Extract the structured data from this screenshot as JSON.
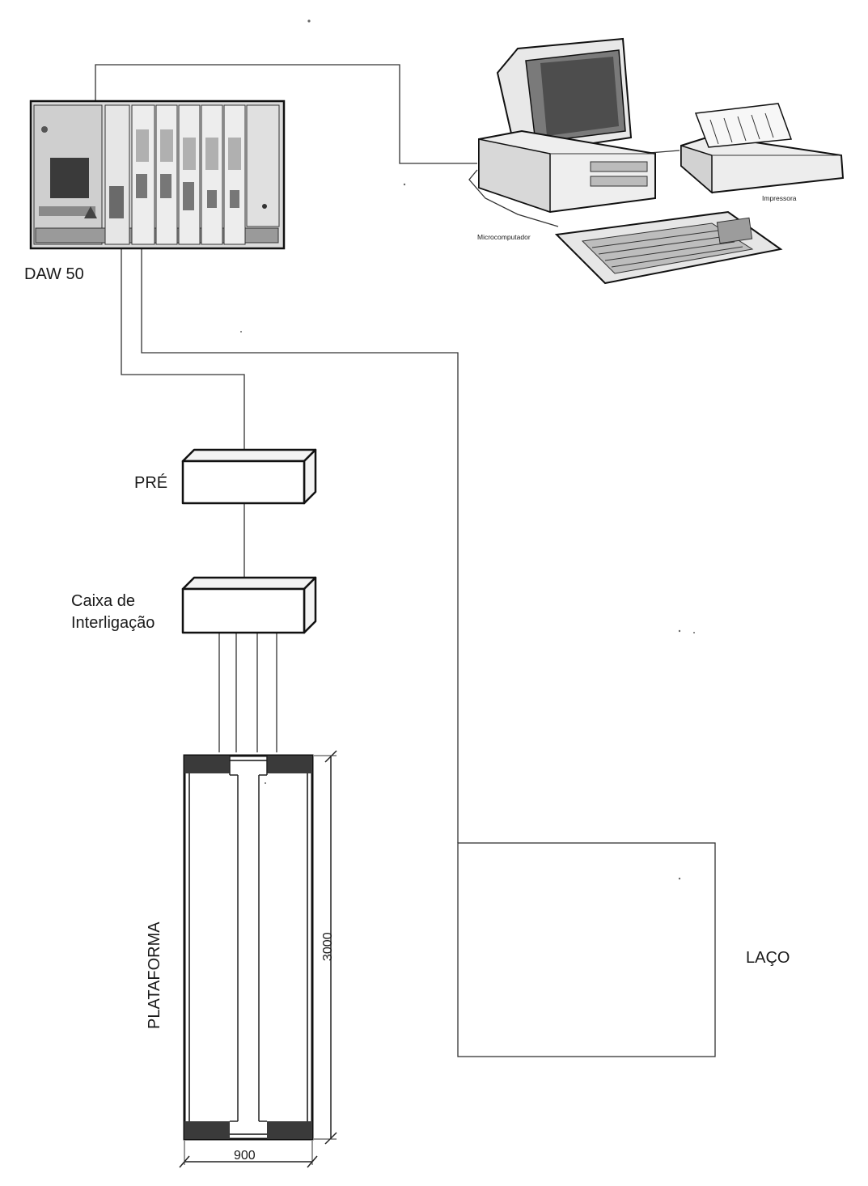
{
  "equipment": {
    "daw": {
      "label": "DAW 50",
      "icon": "data-acquisition-rack-icon"
    },
    "computer": {
      "label": "Microcomputador",
      "icon": "desktop-computer-icon"
    },
    "printer": {
      "label": "Impressora",
      "icon": "printer-icon"
    }
  },
  "devices": {
    "pre": {
      "label": "PRÉ"
    },
    "junction": {
      "label_line1": "Caixa de",
      "label_line2": "Interligação"
    }
  },
  "platform": {
    "label": "PLATAFORMA",
    "length_label": "3000",
    "width_label": "900"
  },
  "loop": {
    "label": "LAÇO"
  }
}
